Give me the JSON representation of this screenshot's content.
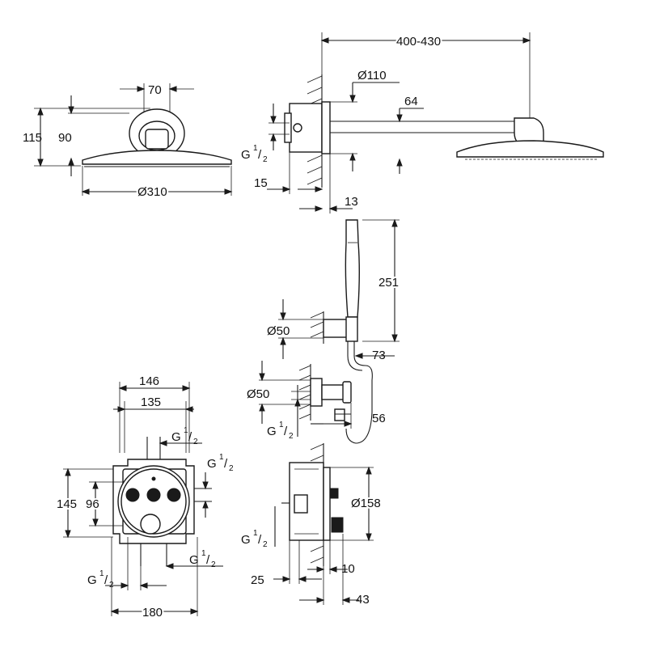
{
  "figure": "Dimensional drawing of concealed shower system",
  "dimensions": {
    "head_mount_width": "70",
    "head_total_height": "115",
    "head_arm_height": "90",
    "head_diameter": "Ø310",
    "arm_length": "400-430",
    "flange_diameter": "Ø110",
    "arm_drop": "64",
    "wall_offset": "15",
    "wall_gap": "13",
    "handshower_length": "251",
    "holder_diameter": "Ø50",
    "outlet_diameter": "Ø50",
    "hose_offset": "73",
    "outlet_depth": "56",
    "box_outer_width": "146",
    "box_inner_width": "135",
    "box_outer_height": "145",
    "box_inner_height": "96",
    "box_bottom_width": "180",
    "trim_diameter": "Ø158",
    "trim_projection": "10",
    "box_depth": "43",
    "box_front": "25"
  },
  "thread": {
    "g": "G",
    "num": "1",
    "den": "2"
  }
}
